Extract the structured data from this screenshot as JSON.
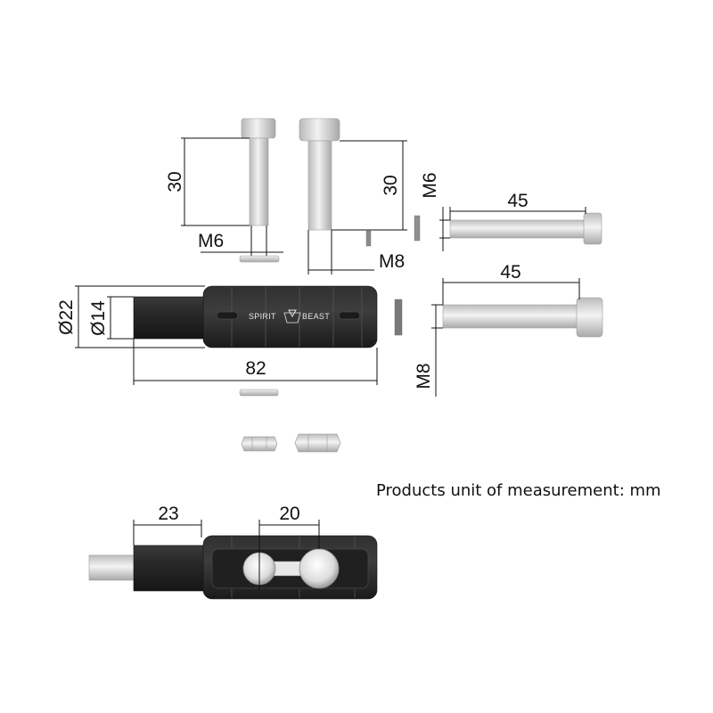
{
  "diagram": {
    "note": "Products unit of measurement: mm",
    "brand": {
      "left": "SPIRIT",
      "right": "BEAST"
    },
    "bolt_m6_vertical": {
      "length": "30",
      "thread": "M6"
    },
    "bolt_m8_vertical": {
      "length": "30",
      "thread": "M8"
    },
    "bolt_m6_horizontal": {
      "length": "45",
      "thread": "M6"
    },
    "bolt_m8_horizontal": {
      "length": "45",
      "thread": "M8"
    },
    "peg": {
      "outer_diameter": "Ø22",
      "inner_diameter": "Ø14",
      "length": "82"
    },
    "bottom_view": {
      "offset": "23",
      "spacing": "20"
    }
  }
}
